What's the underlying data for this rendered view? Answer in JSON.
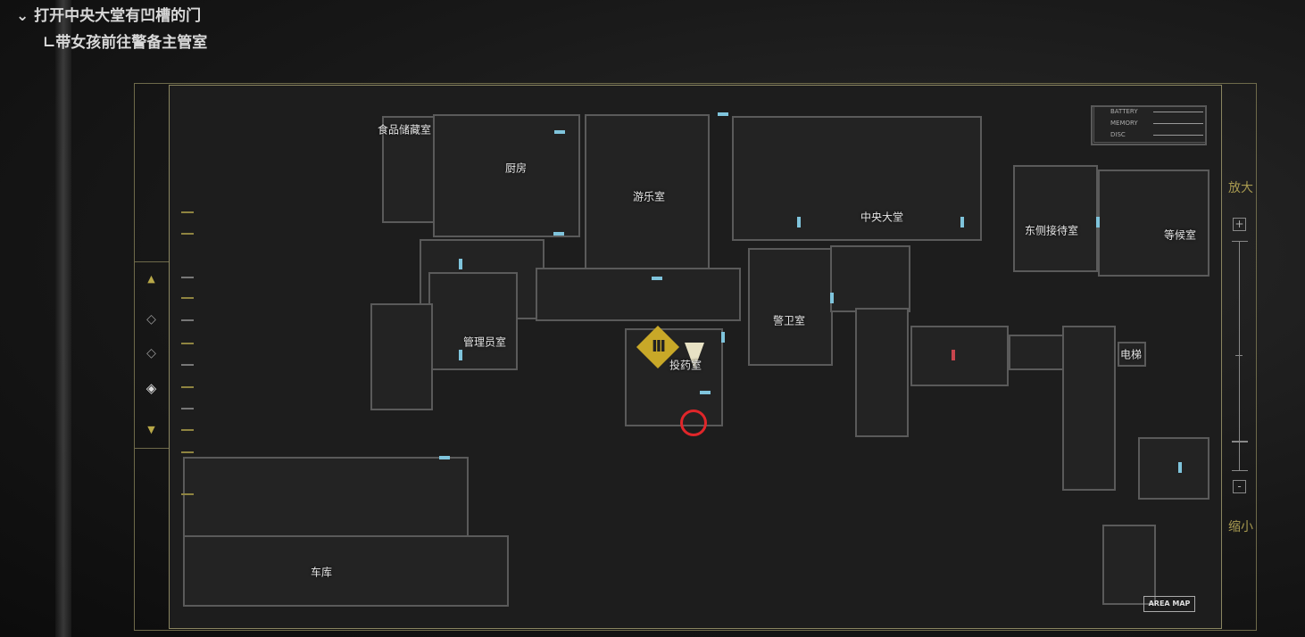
{
  "objectives": {
    "main": "打开中央大堂有凹槽的门",
    "sub": "带女孩前往警备主管室",
    "chevron": "chevron-down-icon",
    "sub_prefix": "∟"
  },
  "legend": {
    "items": [
      "BATTERY",
      "MEMORY",
      "DISC"
    ]
  },
  "zoom": {
    "in_label": "放大",
    "out_label": "缩小",
    "plus": "+",
    "minus": "-",
    "level": 0.13
  },
  "floor_nav": {
    "up": "▲",
    "down": "▼",
    "floors": [
      "◇",
      "◇",
      "◈"
    ]
  },
  "rooms": {
    "pantry": "食品储藏室",
    "kitchen": "厨房",
    "playroom": "游乐室",
    "central_hall": "中央大堂",
    "east_reception": "东侧接待室",
    "waiting_room": "等候室",
    "admin_room": "管理员室",
    "medicine_room": "投药室",
    "guard_room": "警卫室",
    "elevator": "电梯",
    "garage": "车库"
  },
  "area_map_label": "AREA MAP",
  "save_marker": "III",
  "colors": {
    "accent": "#c8a828",
    "door": "#7fc4dc",
    "locked_door": "#c8454d",
    "target": "#e0262a"
  }
}
